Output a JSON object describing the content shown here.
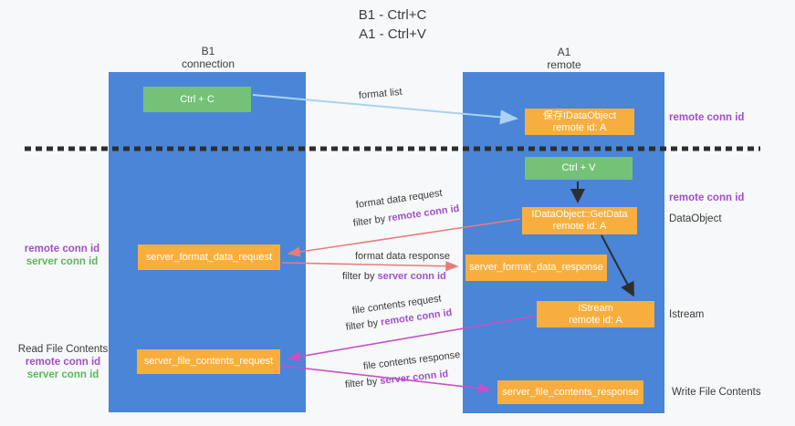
{
  "title": {
    "line1": "B1 - Ctrl+C",
    "line2": "A1 - Ctrl+V"
  },
  "colors": {
    "column_blue": "#4a85d7",
    "box_orange": "#f8ae3e",
    "box_green": "#74c278",
    "purple_id": "#a050c8",
    "green_id": "#5cb85c",
    "salmon_arrow": "#e87c7c",
    "magenta_arrow": "#c94fc8",
    "blue_arrow": "#a9d3f0",
    "black_arrow": "#2e2e2e"
  },
  "columns": {
    "left": {
      "name": "B1",
      "role": "connection"
    },
    "right": {
      "name": "A1",
      "role": "remote"
    }
  },
  "boxes": {
    "ctrl_c": "Ctrl + C",
    "ctrl_v": "Ctrl + V",
    "save_idataobject": {
      "line1": "保存IDataObject",
      "line2": "remote id: A"
    },
    "getdata": {
      "line1": "IDataObject::GetData",
      "line2": "remote id: A"
    },
    "istream": {
      "line1": "IStream",
      "line2": "remote id: A"
    },
    "format_request": "server_format_data_request",
    "format_response": "server_format_data_response",
    "file_request": "server_file_contents_request",
    "file_response": "server_file_contents_response"
  },
  "flow": {
    "format_list": "format list",
    "format_data_request": "format data request",
    "format_data_response": "format data response",
    "file_contents_request": "file contents request",
    "file_contents_response": "file contents response",
    "filter_by": "filter by"
  },
  "labels": {
    "remote_conn_id": "remote conn id",
    "server_conn_id": "server conn id",
    "data_object": "DataObject",
    "istream": "Istream",
    "read_file_contents": "Read File Contents",
    "write_file_contents": "Write File Contents"
  }
}
